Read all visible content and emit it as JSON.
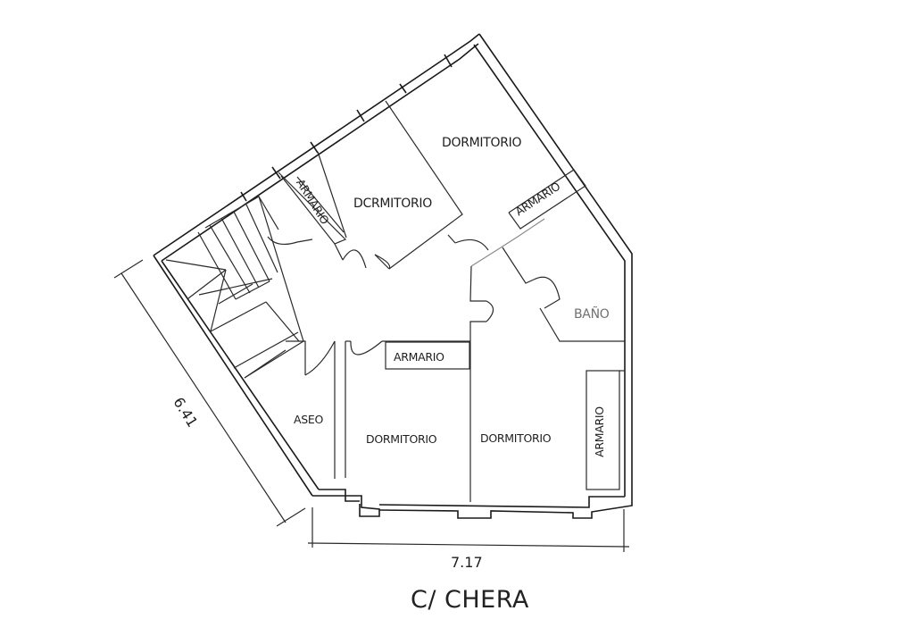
{
  "plan": {
    "street_label": "C/ CHERA",
    "dimensions": {
      "width": "7.17",
      "depth": "6.41"
    },
    "rooms": [
      {
        "id": "dormitorio-top",
        "label": "DORMITORIO"
      },
      {
        "id": "dormitorio-upper-left",
        "label": "DCRMITORIO"
      },
      {
        "id": "armario-upper-left",
        "label": "ARMARIO"
      },
      {
        "id": "armario-upper-right",
        "label": "ARMARIO"
      },
      {
        "id": "bano",
        "label": "BAÑO"
      },
      {
        "id": "armario-middle",
        "label": "ARMARIO"
      },
      {
        "id": "aseo",
        "label": "ASEO"
      },
      {
        "id": "dormitorio-bottom-left",
        "label": "DORMITORIO"
      },
      {
        "id": "dormitorio-bottom-right",
        "label": "DORMITORIO"
      },
      {
        "id": "armario-right",
        "label": "ARMARIO"
      }
    ],
    "colors": {
      "line": "#1a1a1a",
      "background": "#ffffff"
    }
  }
}
